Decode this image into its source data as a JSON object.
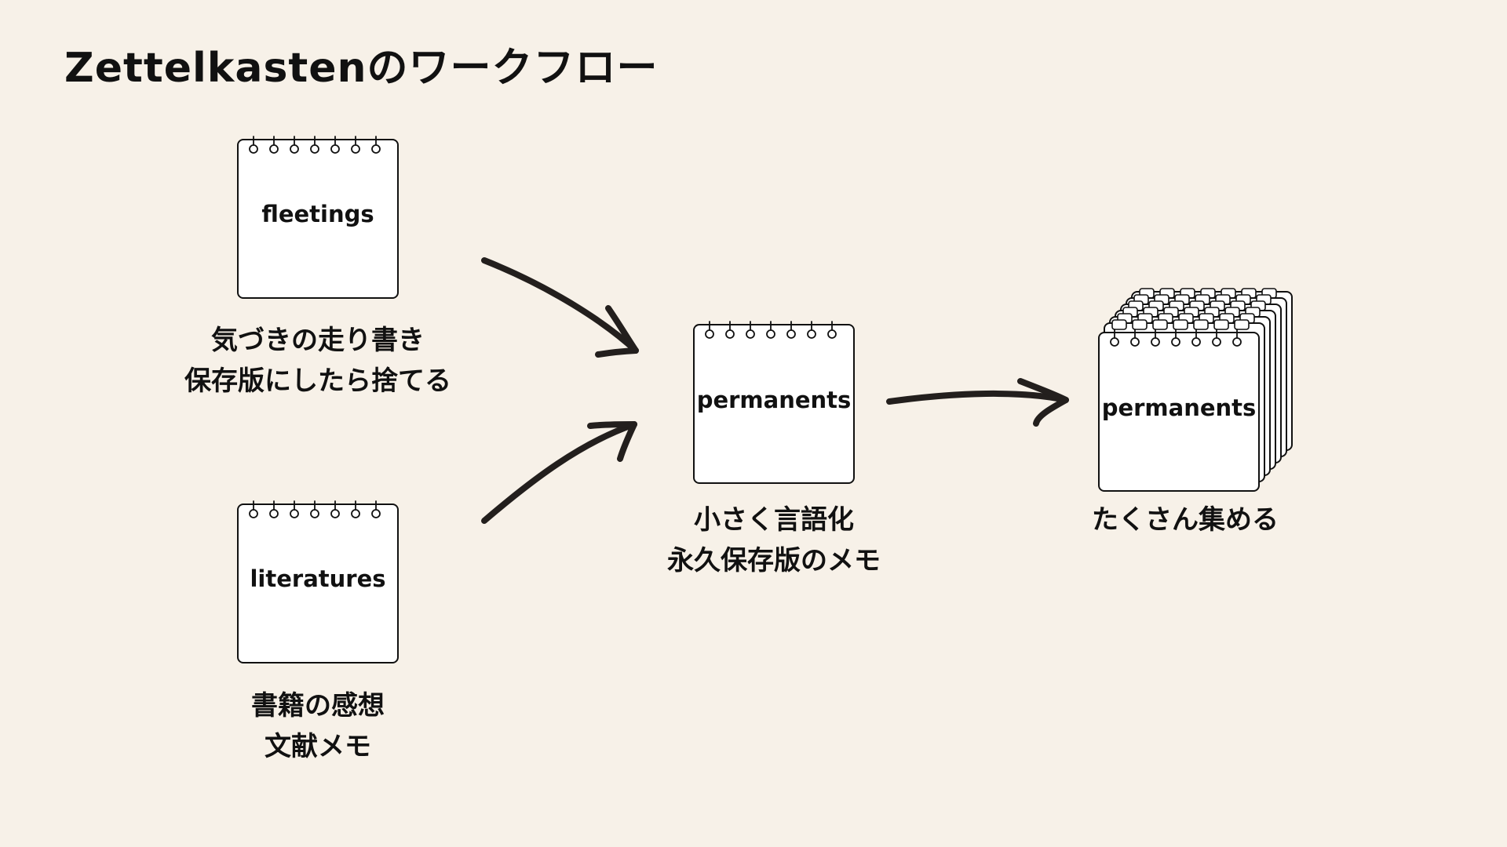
{
  "title": "Zettelkastenのワークフロー",
  "nodes": {
    "fleetings": {
      "label": "fleetings",
      "caption": [
        "気づきの走り書き",
        "保存版にしたら捨てる"
      ]
    },
    "literatures": {
      "label": "literatures",
      "caption": [
        "書籍の感想",
        "文献メモ"
      ]
    },
    "permanents": {
      "label": "permanents",
      "caption": [
        "小さく言語化",
        "永久保存版のメモ"
      ]
    },
    "permanents_collection": {
      "label": "permanents",
      "caption": [
        "たくさん集める"
      ]
    }
  },
  "edges": [
    {
      "from": "fleetings",
      "to": "permanents"
    },
    {
      "from": "literatures",
      "to": "permanents"
    },
    {
      "from": "permanents",
      "to": "permanents_collection"
    }
  ],
  "colors": {
    "background": "#f7f1e8",
    "note_fill": "#ffffff",
    "stroke": "#111111",
    "arrow": "#231f1d"
  }
}
